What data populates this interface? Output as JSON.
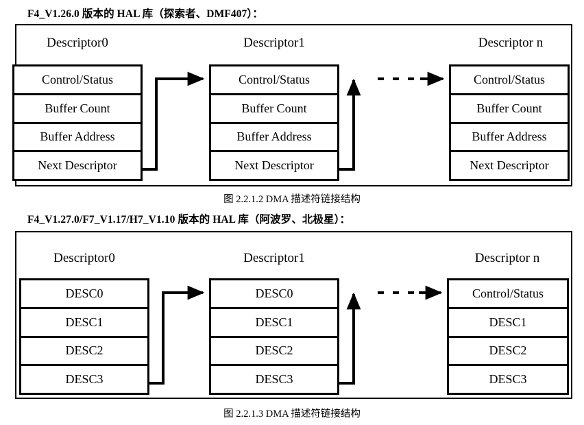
{
  "page": {
    "background": "#ffffff",
    "ink": "#000000"
  },
  "sections": [
    {
      "header": "F4_V1.26.0 版本的 HAL 库（探索者、DMF407）：",
      "caption": "图 2.2.1.2 DMA 描述符链接结构",
      "descriptors": [
        {
          "title": "Descriptor0",
          "rows": [
            "Control/Status",
            "Buffer  Count",
            "Buffer  Address",
            "Next  Descriptor"
          ]
        },
        {
          "title": "Descriptor1",
          "rows": [
            "Control/Status",
            "Buffer  Count",
            "Buffer  Address",
            "Next  Descriptor"
          ]
        },
        {
          "title": "Descriptor n",
          "rows": [
            "Control/Status",
            "Buffer  Count",
            "Buffer  Address",
            "Next  Descriptor"
          ]
        }
      ]
    },
    {
      "header": "F4_V1.27.0/F7_V1.17/H7_V1.10 版本的 HAL 库（阿波罗、北极星）：",
      "caption": "图 2.2.1.3 DMA 描述符链接结构",
      "descriptors": [
        {
          "title": "Descriptor0",
          "rows": [
            "DESC0",
            "DESC1",
            "DESC2",
            "DESC3"
          ]
        },
        {
          "title": "Descriptor1",
          "rows": [
            "DESC0",
            "DESC1",
            "DESC2",
            "DESC3"
          ]
        },
        {
          "title": "Descriptor n",
          "rows": [
            "Control/Status",
            "DESC1",
            "DESC2",
            "DESC3"
          ]
        }
      ]
    }
  ]
}
